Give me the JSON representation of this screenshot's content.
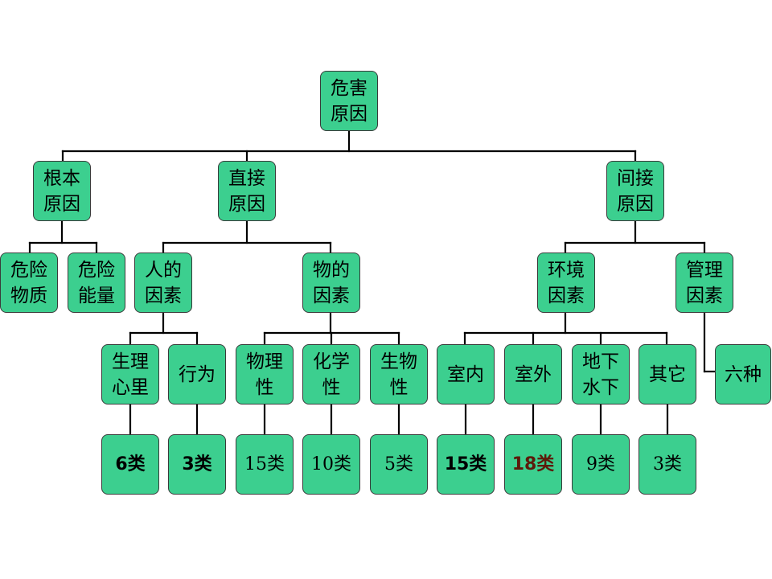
{
  "tree": {
    "label": "危害\n原因",
    "children": [
      {
        "label": "根本\n原因",
        "children": [
          {
            "label": "危险\n物质"
          },
          {
            "label": "危险\n能量"
          }
        ]
      },
      {
        "label": "直接\n原因",
        "children": [
          {
            "label": "人的\n因素",
            "children": [
              {
                "label": "生理\n心里",
                "children": [
                  {
                    "label": "6类"
                  }
                ]
              },
              {
                "label": "行为",
                "children": [
                  {
                    "label": "3类"
                  }
                ]
              }
            ]
          },
          {
            "label": "物的\n因素",
            "children": [
              {
                "label": "物理\n性",
                "children": [
                  {
                    "label": "15类"
                  }
                ]
              },
              {
                "label": "化学\n性",
                "children": [
                  {
                    "label": "10类"
                  }
                ]
              },
              {
                "label": "生物\n性",
                "children": [
                  {
                    "label": "5类"
                  }
                ]
              }
            ]
          }
        ]
      },
      {
        "label": "间接\n原因",
        "children": [
          {
            "label": "环境\n因素",
            "children": [
              {
                "label": "室内",
                "children": [
                  {
                    "label": "15类"
                  }
                ]
              },
              {
                "label": "室外",
                "children": [
                  {
                    "label": "18类"
                  }
                ]
              },
              {
                "label": "地下\n水下",
                "children": [
                  {
                    "label": "9类"
                  }
                ]
              },
              {
                "label": "其它",
                "children": [
                  {
                    "label": "3类"
                  }
                ]
              }
            ]
          },
          {
            "label": "管理\n因素",
            "children": [
              {
                "label": "六种"
              }
            ]
          }
        ]
      }
    ]
  },
  "colors": {
    "node_fill": "#3ccf8f",
    "node_border": "#3a3a3a",
    "connector": "#000000",
    "highlight_text": "#5c1a0a"
  }
}
